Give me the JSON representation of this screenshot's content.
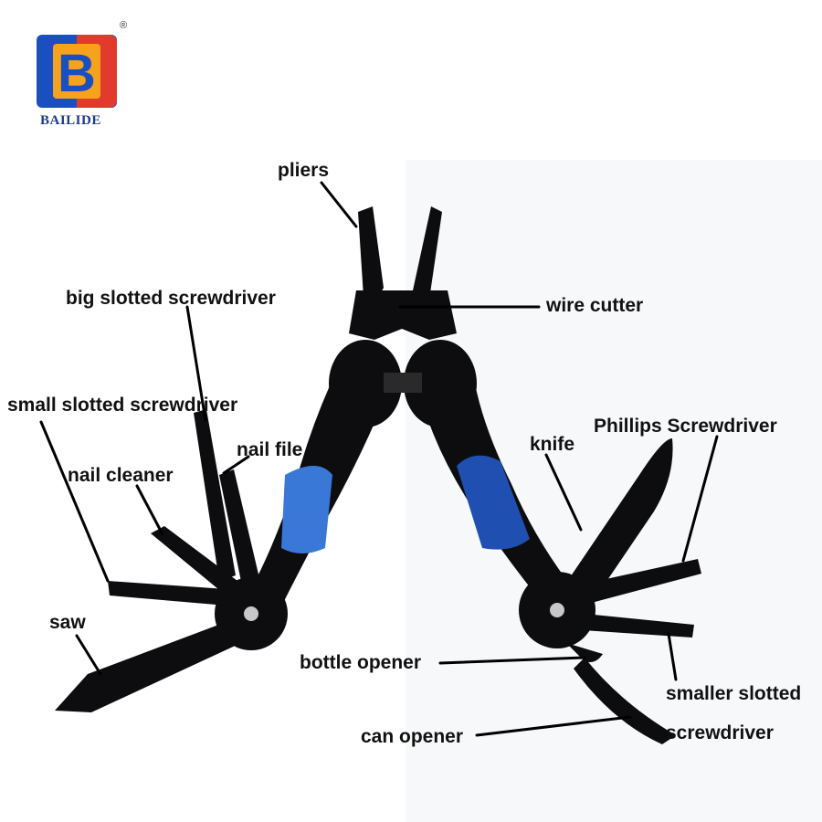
{
  "brand": {
    "name": "BAILIDE",
    "registered": "®",
    "logo_letter": "B"
  },
  "colors": {
    "tool_body": "#0d0d0f",
    "blue_inlay": "#3a78d8",
    "blue_inlay_dark": "#1f4fb0",
    "logo_red": "#e23a2c",
    "logo_blue": "#1a4fc2",
    "logo_orange": "#f6a21d"
  },
  "labels": {
    "pliers": "pliers",
    "wire_cutter": "wire cutter",
    "big_slotted": "big slotted screwdriver",
    "small_slotted": "small slotted screwdriver",
    "nail_file": "nail file",
    "nail_cleaner": "nail cleaner",
    "saw": "saw",
    "knife": "knife",
    "phillips": "Phillips Screwdriver",
    "bottle_opener": "bottle opener",
    "can_opener": "can opener",
    "smaller_slotted_1": "smaller slotted",
    "smaller_slotted_2": "screwdriver"
  }
}
